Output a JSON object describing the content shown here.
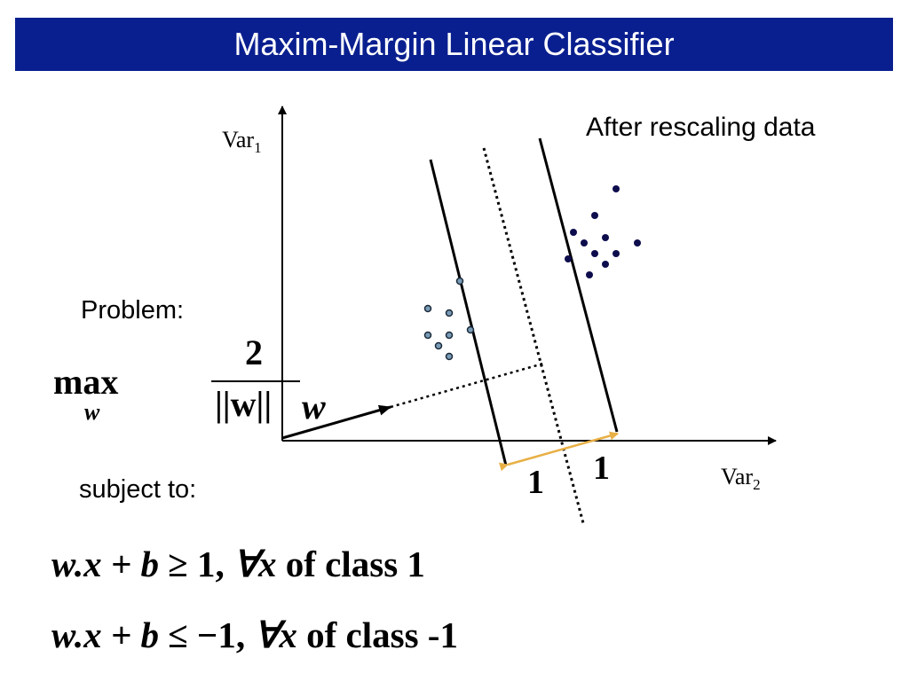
{
  "slide": {
    "title": "Maxim-Margin Linear Classifier",
    "annotation": "After rescaling data",
    "problem_label": "Problem:",
    "subject_label": "subject to:"
  },
  "objective": {
    "operator": "max",
    "subscript": "w",
    "numerator": "2",
    "denominator": "||w||"
  },
  "constraints": [
    {
      "lhs": "w.x + b",
      "relation": "≥",
      "rhs": "1,",
      "quantifier": "∀x",
      "tail": "of class 1"
    },
    {
      "lhs": "w.x + b",
      "relation": "≤",
      "rhs": "−1,",
      "quantifier": "∀x",
      "tail": "of class -1"
    }
  ],
  "diagram": {
    "y_axis_label": "Var",
    "y_axis_sub": "1",
    "x_axis_label": "Var",
    "x_axis_sub": "2",
    "vector_label": "w",
    "margin_left_label": "1",
    "margin_right_label": "1",
    "colors": {
      "title_bar": "#0a1f8f",
      "class_pos_point": "#0d0d4d",
      "class_neg_point": "#7a9bb5",
      "margin_arrow": "#e8b045"
    }
  }
}
